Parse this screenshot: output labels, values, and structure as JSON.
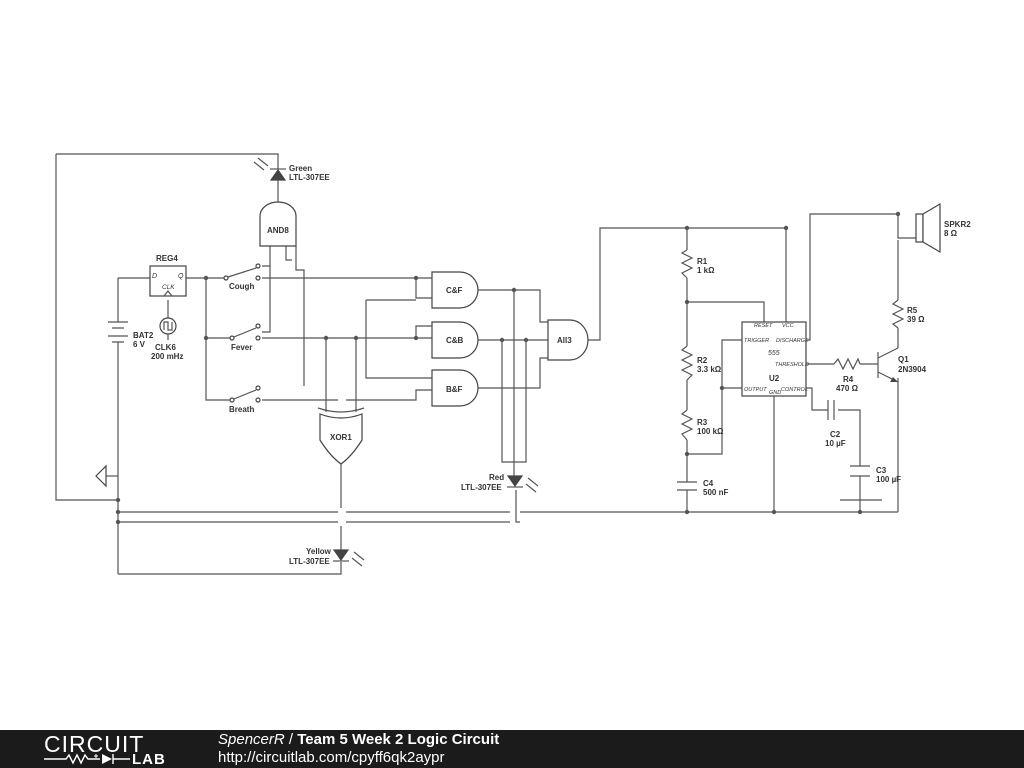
{
  "labels": {
    "green_name": "Green",
    "green_part": "LTL-307EE",
    "and8": "AND8",
    "reg4": "REG4",
    "reg4_d": "D",
    "reg4_q": "Q",
    "reg4_clk": "CLK",
    "cough": "Cough",
    "fever": "Fever",
    "breath": "Breath",
    "bat2_name": "BAT2",
    "bat2_value": "6 V",
    "clk6_name": "CLK6",
    "clk6_value": "200 mHz",
    "cf": "C&F",
    "cb": "C&B",
    "bf": "B&F",
    "all3": "All3",
    "xor1": "XOR1",
    "red_name": "Red",
    "red_part": "LTL-307EE",
    "yellow_name": "Yellow",
    "yellow_part": "LTL-307EE",
    "r1_name": "R1",
    "r1_value": "1 kΩ",
    "r2_name": "R2",
    "r2_value": "3.3 kΩ",
    "r3_name": "R3",
    "r3_value": "100 kΩ",
    "c4_name": "C4",
    "c4_value": "500 nF",
    "u2_name": "U2",
    "u2_chip": "555",
    "pin_reset": "RESET",
    "pin_vcc": "VCC",
    "pin_trigger": "TRIGGER",
    "pin_discharge": "DISCHARGE",
    "pin_threshold": "THRESHOLD",
    "pin_output": "OUTPUT",
    "pin_gnd": "GND",
    "pin_control": "CONTROL",
    "r4_name": "R4",
    "r4_value": "470 Ω",
    "c2_name": "C2",
    "c2_value": "10 µF",
    "c3_name": "C3",
    "c3_value": "100 µF",
    "q1_name": "Q1",
    "q1_part": "2N3904",
    "r5_name": "R5",
    "r5_value": "39 Ω",
    "spkr2_name": "SPKR2",
    "spkr2_value": "8 Ω"
  },
  "footer": {
    "logo_top": "CIRCUIT",
    "logo_bottom": "LAB",
    "author": "SpencerR",
    "separator": " / ",
    "title": "Team 5 Week 2 Logic Circuit",
    "url": "http://circuitlab.com/cpyff6qk2aypr"
  }
}
